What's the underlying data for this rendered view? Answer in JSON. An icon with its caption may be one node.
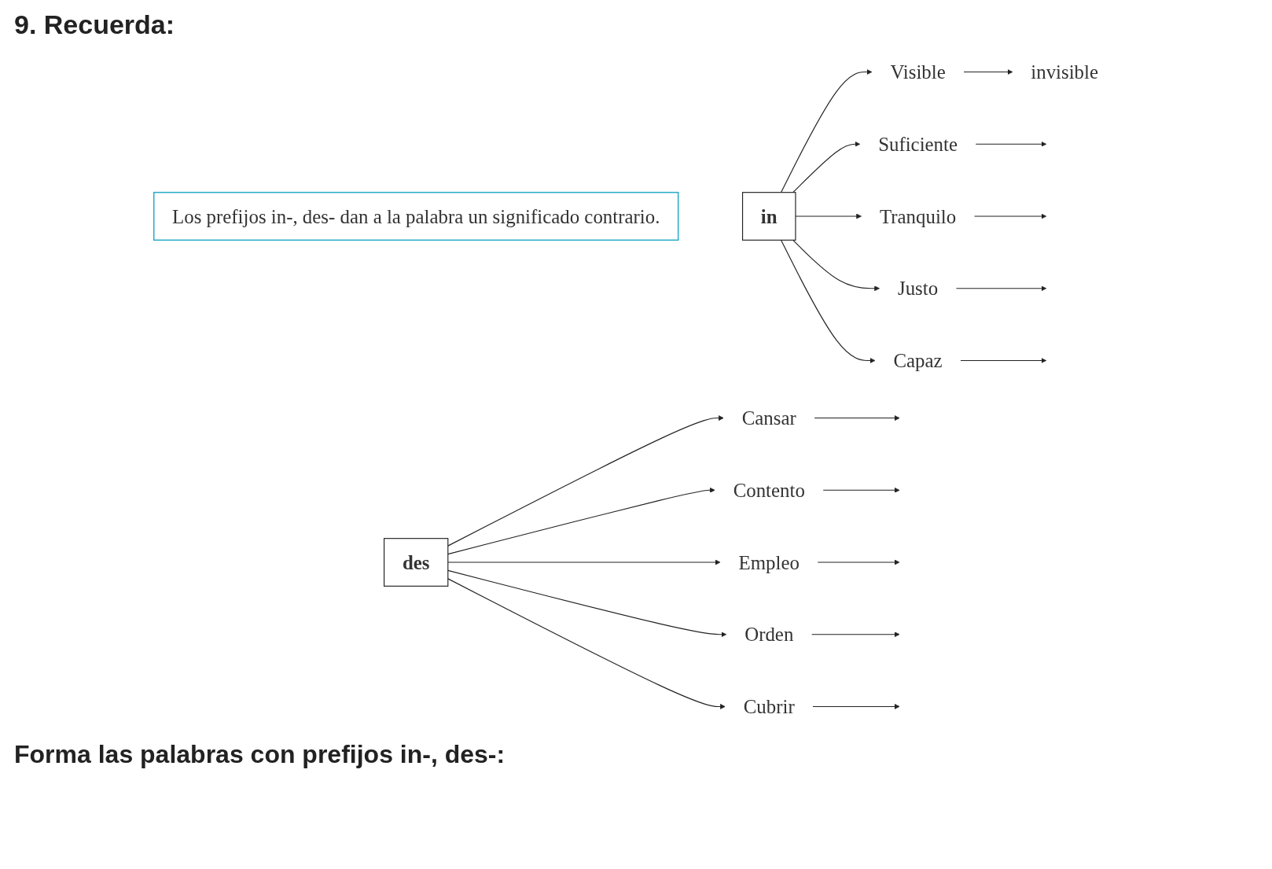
{
  "diagram": {
    "title": "9. Recuerda:",
    "nodes": [
      {
        "text": [
          "Los prefijos in-, des- dan a la palabra un significado contrario."
        ]
      },
      {
        "text": [
          "in"
        ]
      },
      {
        "text": [
          "Visible"
        ]
      },
      {
        "text": [
          "Suficiente"
        ]
      },
      {
        "text": [
          "Tranquilo"
        ]
      },
      {
        "text": [
          "Justo"
        ]
      },
      {
        "text": [
          "Capaz"
        ]
      },
      {
        "text": [
          "invisible"
        ]
      },
      {
        "text": [
          "des"
        ]
      },
      {
        "text": [
          "Cansar"
        ]
      },
      {
        "text": [
          "Contento"
        ]
      },
      {
        "text": [
          "Empleo"
        ]
      },
      {
        "text": [
          "Orden"
        ]
      },
      {
        "text": [
          "Cubrir"
        ]
      }
    ],
    "edges": [
      {
        "from": 1,
        "to": 2,
        "arrow": "to"
      },
      {
        "from": 1,
        "to": 3,
        "arrow": "to"
      },
      {
        "from": 1,
        "to": 4,
        "arrow": "to"
      },
      {
        "from": 1,
        "to": 5,
        "arrow": "to"
      },
      {
        "from": 1,
        "to": 6,
        "arrow": "to"
      },
      {
        "from": 2,
        "to": 7,
        "arrow": "to"
      },
      {
        "from": 3,
        "to": null,
        "arrow": "to"
      },
      {
        "from": 4,
        "to": null,
        "arrow": "to"
      },
      {
        "from": 5,
        "to": null,
        "arrow": "to"
      },
      {
        "from": 6,
        "to": null,
        "arrow": "to"
      },
      {
        "from": 8,
        "to": 9,
        "arrow": "to"
      },
      {
        "from": 8,
        "to": 10,
        "arrow": "to"
      },
      {
        "from": 8,
        "to": 11,
        "arrow": "to"
      },
      {
        "from": 8,
        "to": 12,
        "arrow": "to"
      },
      {
        "from": 8,
        "to": 13,
        "arrow": "to"
      },
      {
        "from": 9,
        "to": null,
        "arrow": "to"
      },
      {
        "from": 10,
        "to": null,
        "arrow": "to"
      },
      {
        "from": 11,
        "to": null,
        "arrow": "to"
      },
      {
        "from": 12,
        "to": null,
        "arrow": "to"
      },
      {
        "from": 13,
        "to": null,
        "arrow": "to"
      }
    ],
    "labels": [
      "Forma las palabras con prefijos in-, des-:"
    ]
  }
}
